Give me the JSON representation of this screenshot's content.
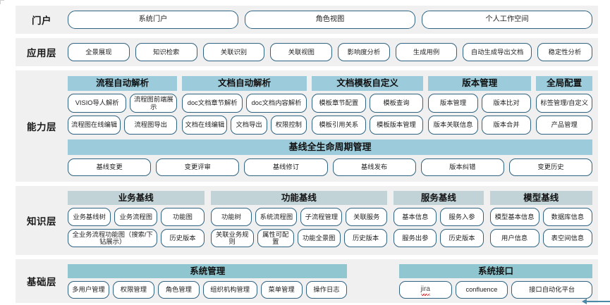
{
  "layers": [
    {
      "id": "portal",
      "label": "门户",
      "items": [
        "系统门户",
        "角色视图",
        "个人工作空间"
      ]
    },
    {
      "id": "application",
      "label": "应用层",
      "items": [
        "全景展现",
        "知识检索",
        "关联识别",
        "关联视图",
        "影响度分析",
        "生成用例",
        "自动生成导出文档",
        "稳定性分析"
      ]
    },
    {
      "id": "capability",
      "label": "能力层",
      "groups": [
        {
          "title": "流程自动解析",
          "rows": [
            [
              "VISIO导人解析",
              "流程图前端展示"
            ],
            [
              "流程图在线编辑",
              "流程图导出"
            ]
          ]
        },
        {
          "title": "文档自动解析",
          "rows": [
            [
              "doc文档章节解析",
              "doc文档内容解析"
            ],
            [
              "文档在线编辑",
              "文档导出",
              "权限控制"
            ]
          ]
        },
        {
          "title": "文档模板自定义",
          "rows": [
            [
              "模板章节配置",
              "模板查询"
            ],
            [
              "模板引用关系",
              "模板版本管理"
            ]
          ]
        },
        {
          "title": "版本管理",
          "rows": [
            [
              "版本管理",
              "版本比对"
            ],
            [
              "版本关联信息",
              "版本合并"
            ]
          ]
        },
        {
          "title": "全局配置",
          "rows": [
            [
              "标签管理/自定义"
            ],
            [
              "产品管理"
            ]
          ]
        }
      ],
      "baseline": {
        "title": "基线全生命周期管理",
        "items": [
          "基线变更",
          "变更评审",
          "基线修订",
          "基线发布",
          "版本纠错",
          "变更历史"
        ]
      }
    },
    {
      "id": "knowledge",
      "label": "知识层",
      "groups": [
        {
          "title": "业务基线",
          "rows": [
            [
              "业务基线树",
              "业务流程图",
              "功能图"
            ],
            [
              "全业务流程功能图（搜索/下钻展示）",
              "历史版本"
            ]
          ]
        },
        {
          "title": "功能基线",
          "rows": [
            [
              "功能树",
              "系统流程图",
              "子流程管理",
              "关联服务"
            ],
            [
              "关联业务规则",
              "属性可配置",
              "功能全景图",
              "历史版本"
            ]
          ]
        },
        {
          "title": "服务基线",
          "rows": [
            [
              "基本信息",
              "服务入参"
            ],
            [
              "服务出参",
              "历史版本"
            ]
          ]
        },
        {
          "title": "模型基线",
          "rows": [
            [
              "模型基本信息",
              "数据库信息"
            ],
            [
              "用户信息",
              "表空间信息"
            ]
          ]
        }
      ]
    },
    {
      "id": "base",
      "label": "基础层",
      "groups": [
        {
          "title": "系统管理",
          "rows": [
            [
              "多用户管理",
              "权限管理",
              "角色管理",
              "组织机构管理",
              "菜单管理",
              "操作日志"
            ]
          ]
        },
        {
          "title": "系统接口",
          "rows": [
            [
              "jira",
              "confluence",
              "接口自动化平台"
            ]
          ]
        }
      ]
    }
  ],
  "colors": {
    "band_bg": "#f0f0f0",
    "pill_border": "#2e6382",
    "group_head_blue": "#9cccdb",
    "group_head_gray": "#c2d3d7",
    "group_head_teal": "#8fc6cf",
    "text": "#222222"
  }
}
